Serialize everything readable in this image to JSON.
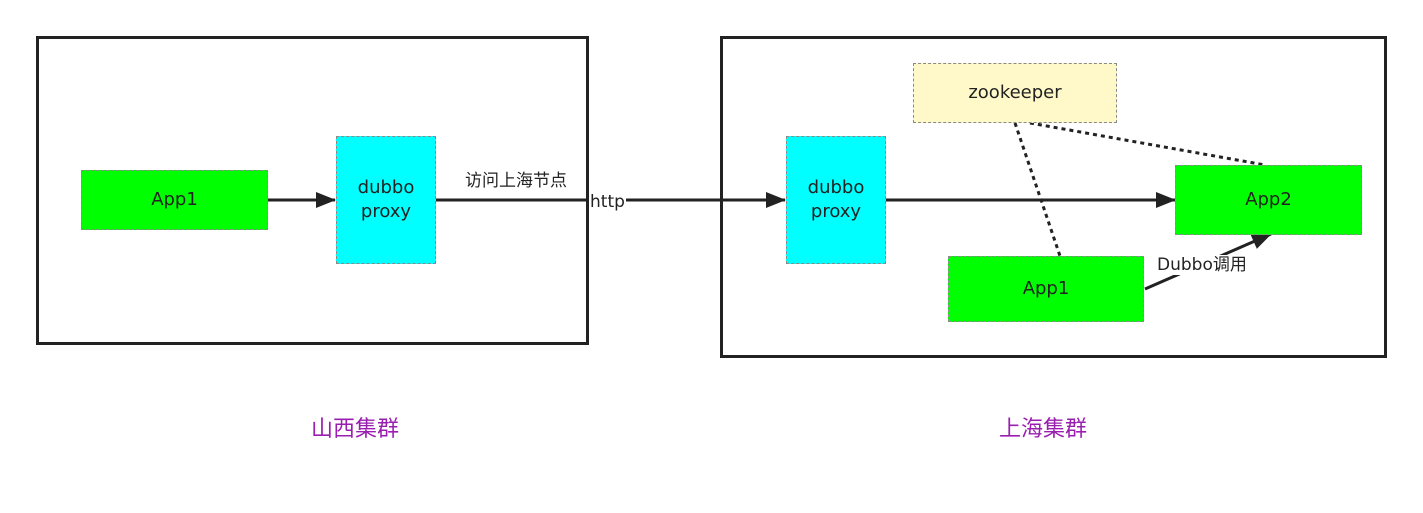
{
  "clusters": {
    "shanxi": {
      "caption": "山西集群"
    },
    "shanghai": {
      "caption": "上海集群"
    }
  },
  "nodes": {
    "shanxi_app1": "App1",
    "shanxi_proxy": "dubbo\nproxy",
    "shanghai_proxy": "dubbo\nproxy",
    "zookeeper": "zookeeper",
    "app2": "App2",
    "shanghai_app1": "App1"
  },
  "edges": {
    "visit_label": "访问上海节点",
    "http_label": "http",
    "dubbo_call_label": "Dubbo调用"
  },
  "colors": {
    "app_fill": "#00ff00",
    "proxy_fill": "#00ffff",
    "registry_fill": "#fff9c9",
    "caption": "#9a1fb0",
    "line": "#222222"
  }
}
